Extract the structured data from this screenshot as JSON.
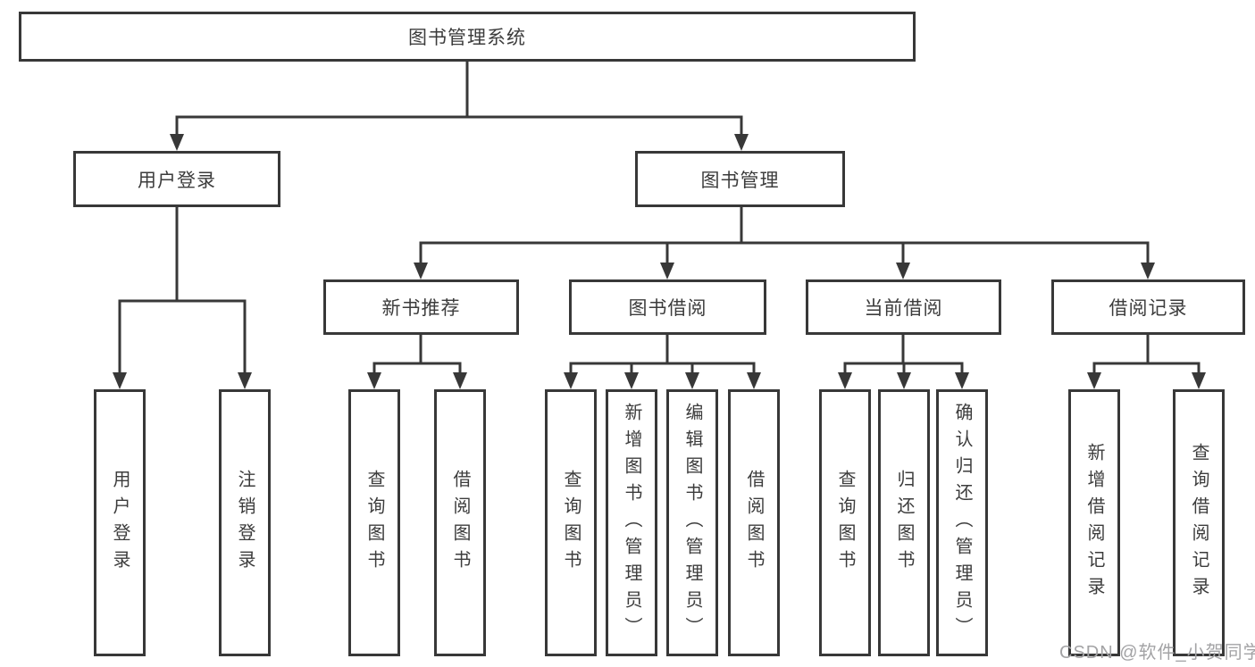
{
  "diagram": {
    "title": "图书管理系统",
    "root": {
      "label": "图书管理系统"
    },
    "level2": {
      "user_login": "用户登录",
      "book_mgmt": "图书管理"
    },
    "level3": {
      "new_books": "新书推荐",
      "book_borrow": "图书借阅",
      "current_borrow": "当前借阅",
      "borrow_records": "借阅记录"
    },
    "leaves": {
      "user_login": [
        "用户登录",
        "注销登录"
      ],
      "new_books": [
        "查询图书",
        "借阅图书"
      ],
      "book_borrow": [
        "查询图书",
        "新增图书（管理员）",
        "编辑图书（管理员）",
        "借阅图书"
      ],
      "current_borrow": [
        "查询图书",
        "归还图书",
        "确认归还（管理员）"
      ],
      "borrow_records": [
        "新增借阅记录",
        "查询借阅记录"
      ]
    },
    "colors": {
      "line": "#383838",
      "text": "#3c3c3c",
      "watermark": "#a3a3a5",
      "background": "#ffffff"
    },
    "watermark": "CSDN @软件_小贺同学"
  }
}
